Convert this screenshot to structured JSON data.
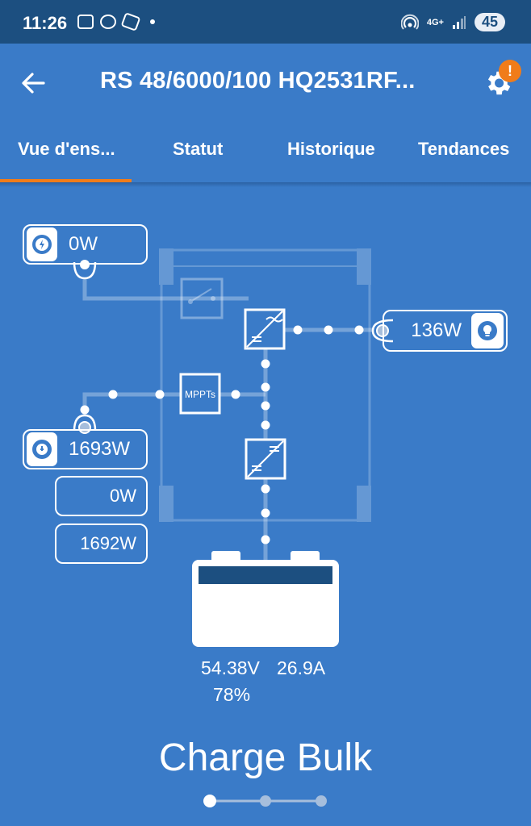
{
  "status_bar": {
    "time": "11:26",
    "network": "4G+",
    "battery": "45"
  },
  "app_bar": {
    "title": "RS 48/6000/100 HQ2531RF...",
    "alert_badge": "!"
  },
  "tabs": [
    {
      "label": "Vue d'ens..."
    },
    {
      "label": "Statut"
    },
    {
      "label": "Historique"
    },
    {
      "label": "Tendances"
    }
  ],
  "diagram": {
    "ac_in_power": "0W",
    "ac_out_power": "136W",
    "pv_power": "1693W",
    "pv_tracker1": "0W",
    "pv_tracker2": "1692W",
    "mppt_label": "MPPTs",
    "battery_voltage": "54.38V",
    "battery_current": "26.9A",
    "battery_soc": "78%",
    "battery_soc_value": 78
  },
  "charge_state": "Charge Bulk",
  "pager": {
    "pages": 3,
    "current": 1
  },
  "colors": {
    "background": "#3a7bc8",
    "status_bar": "#1c4f80",
    "accent": "#f07c1a"
  }
}
